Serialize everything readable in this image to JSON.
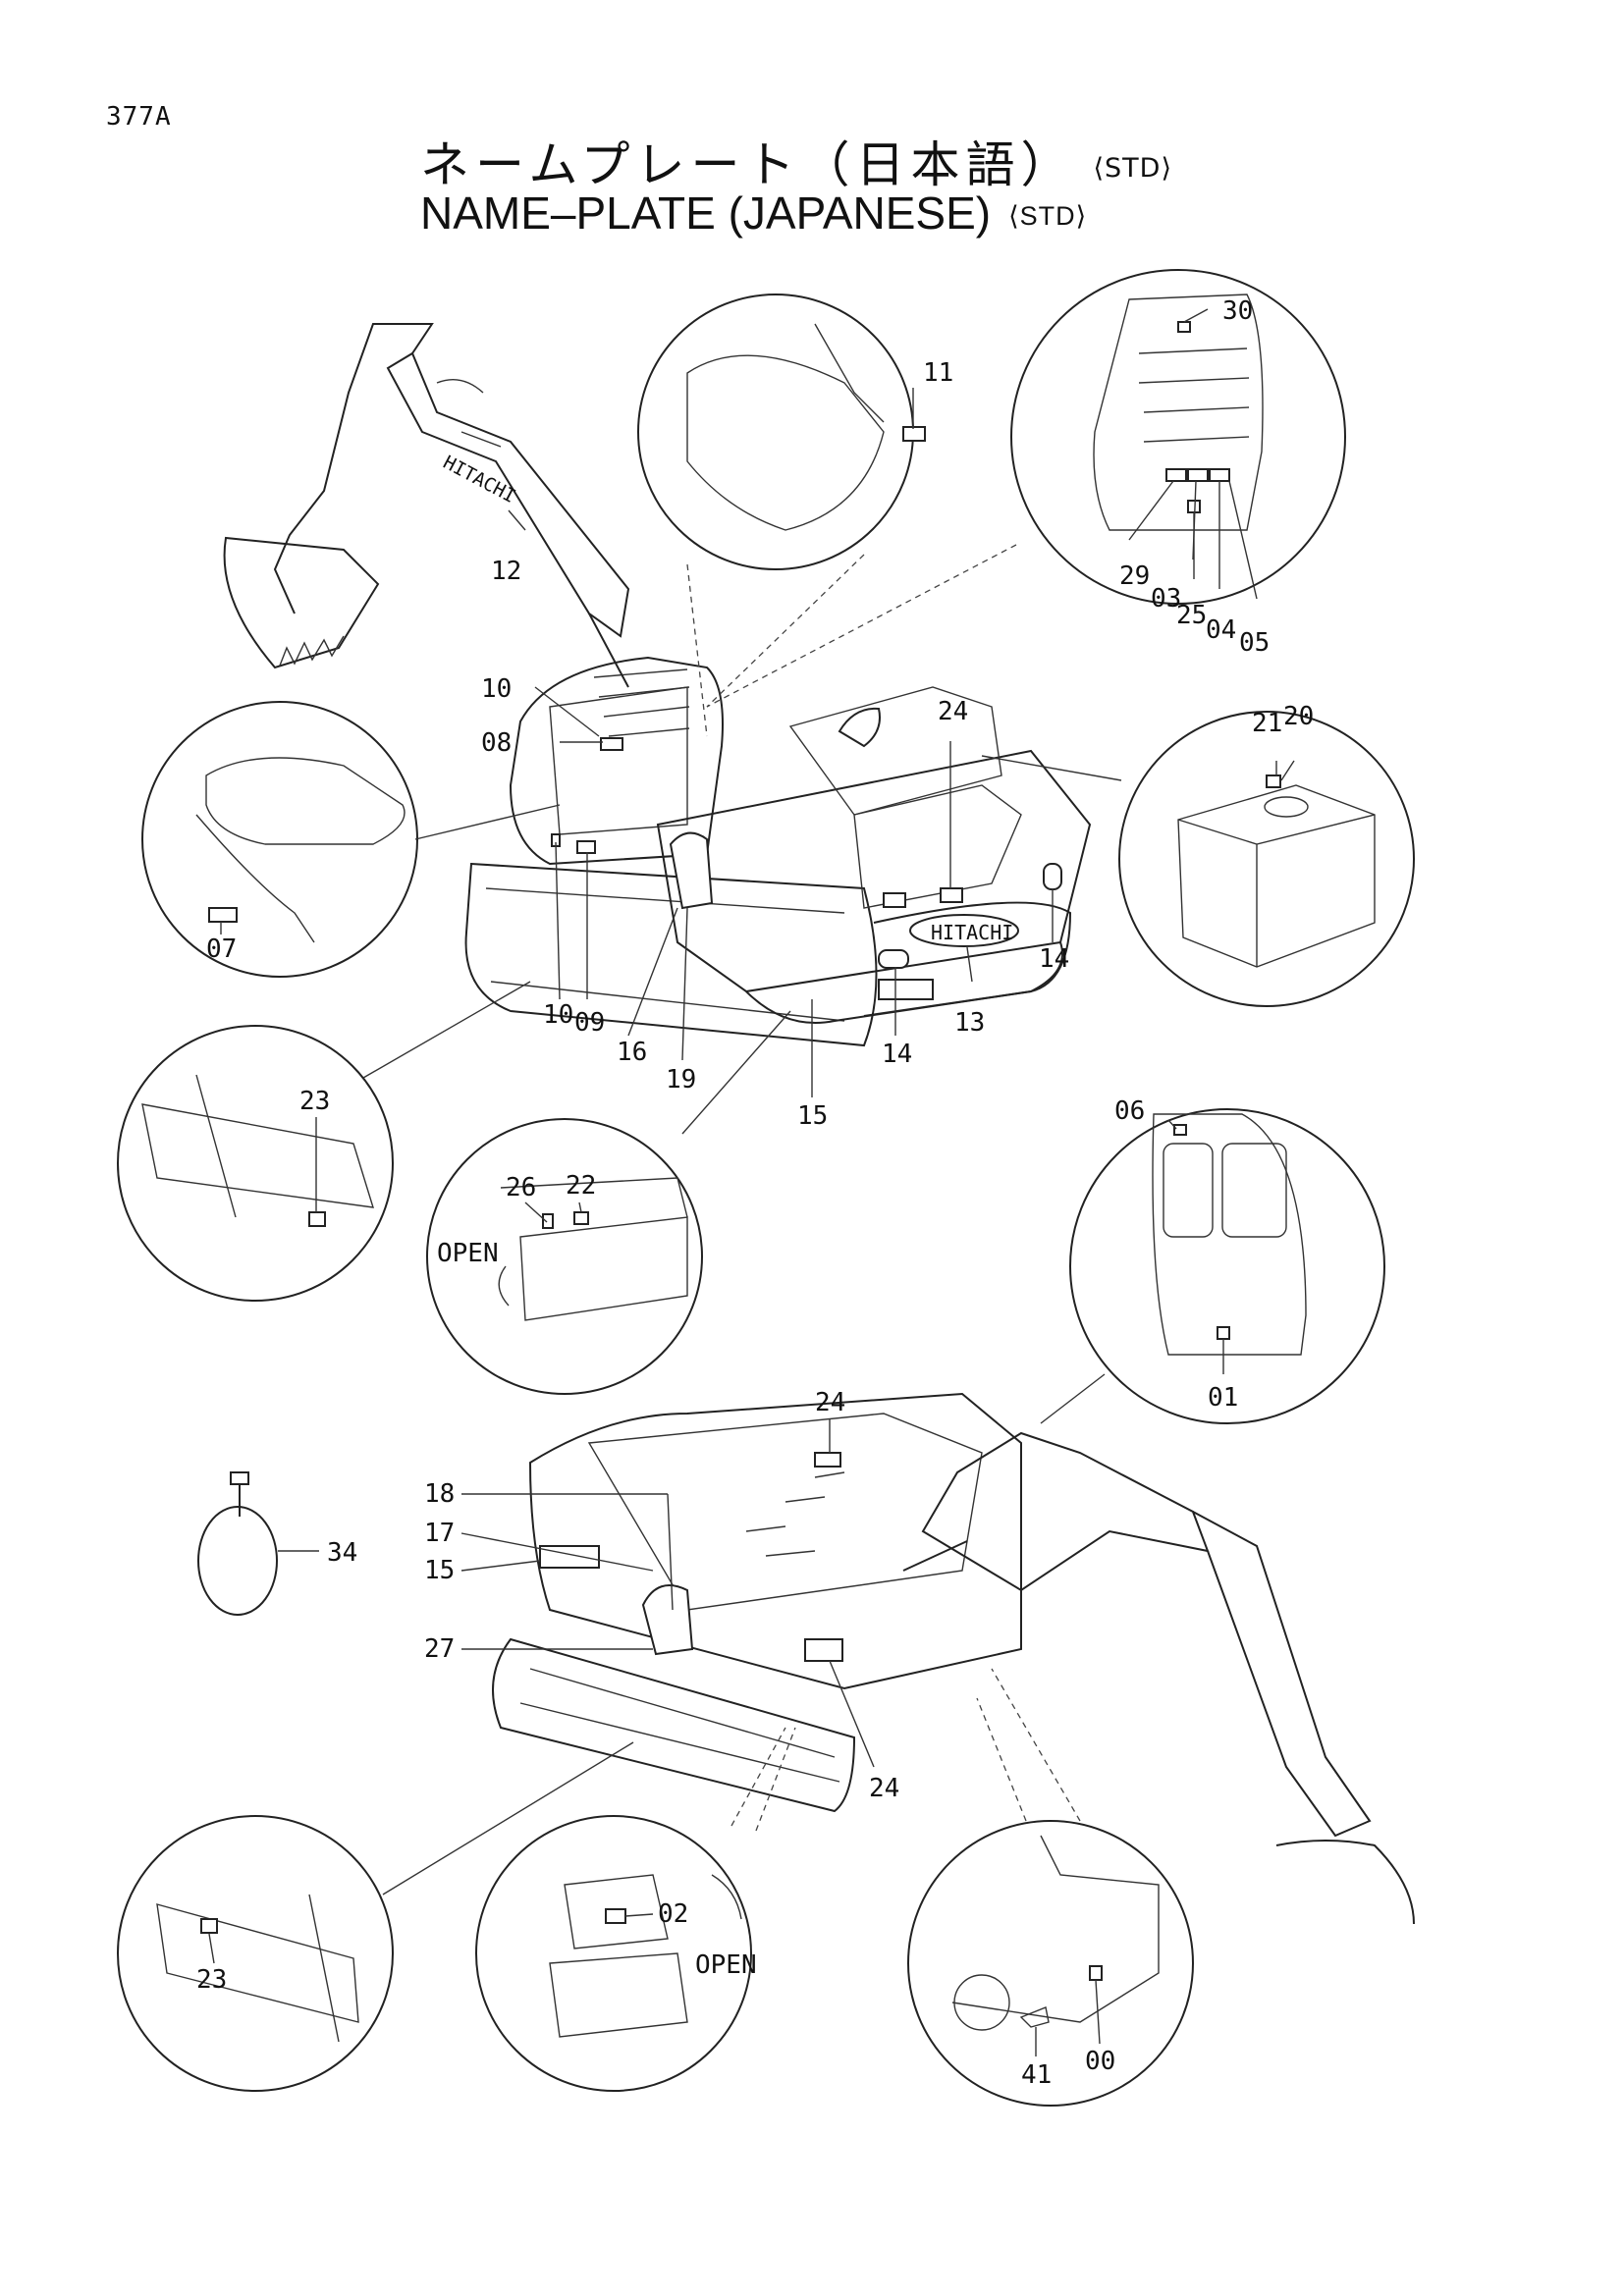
{
  "page_number": "377A",
  "title_japanese": "ネームプレート（日本語）",
  "title_english": "NAME–PLATE (JAPANESE)",
  "std_tag": "⟨STD⟩",
  "callouts": {
    "c00": "00",
    "c01": "01",
    "c02": "02",
    "c03": "03",
    "c04": "04",
    "c05": "05",
    "c06": "06",
    "c07": "07",
    "c08": "08",
    "c09": "09",
    "c10a": "10",
    "c10b": "10",
    "c11": "11",
    "c12": "12",
    "c13": "13",
    "c14a": "14",
    "c14b": "14",
    "c15a": "15",
    "c15b": "15",
    "c16": "16",
    "c17": "17",
    "c18": "18",
    "c19": "19",
    "c20": "20",
    "c21": "21",
    "c22": "22",
    "c23a": "23",
    "c23b": "23",
    "c24a": "24",
    "c24b": "24",
    "c24c": "24",
    "c25": "25",
    "c26": "26",
    "c27": "27",
    "c29": "29",
    "c30": "30",
    "c34": "34",
    "c41": "41"
  },
  "labels": {
    "open_1": "OPEN",
    "open_2": "OPEN",
    "hitachi_boom": "HITACHI",
    "hitachi_counterweight": "HITACHI"
  }
}
